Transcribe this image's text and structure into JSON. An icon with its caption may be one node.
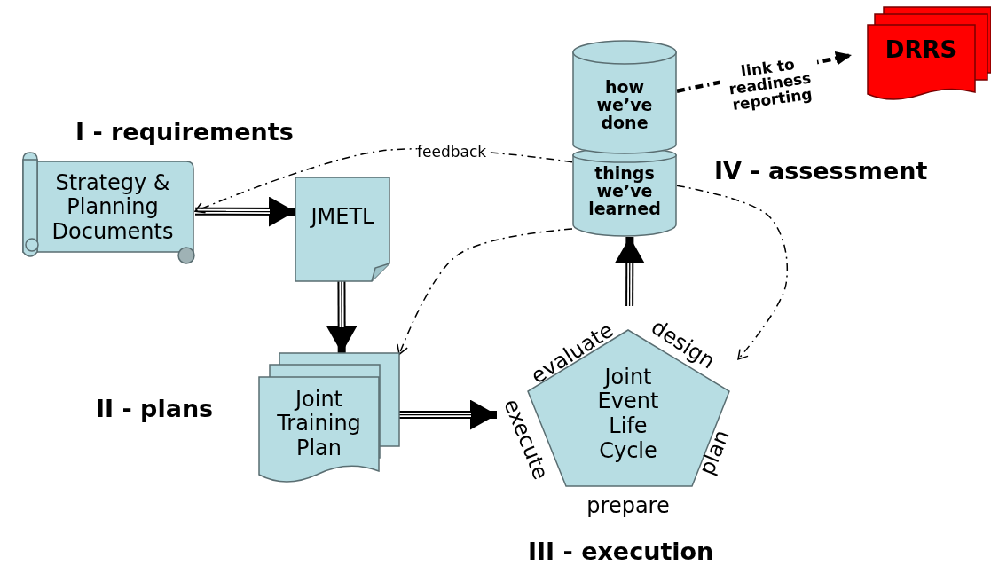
{
  "diagram": {
    "nodes": [
      {
        "text": [
          "Strategy & Planning Documents"
        ]
      },
      {
        "text": [
          "JMETL"
        ]
      },
      {
        "text": [
          "Joint Training Plan"
        ]
      },
      {
        "text": [
          "Joint Event Life Cycle"
        ],
        "beside": [
          "evaluate",
          "design",
          "plan",
          "prepare",
          "execute"
        ]
      },
      {
        "text": [
          "how we’ve done",
          "things we’ve learned"
        ]
      },
      {
        "text": [
          "DRRS"
        ]
      }
    ],
    "edges": [
      {
        "from": 0,
        "to": 1,
        "arrow": "to",
        "style": "thick"
      },
      {
        "from": 1,
        "to": 2,
        "arrow": "to",
        "style": "thick"
      },
      {
        "from": 2,
        "to": 3,
        "arrow": "to",
        "style": "thick"
      },
      {
        "from": 3,
        "to": 4,
        "arrow": "to",
        "style": "thick"
      },
      {
        "from": 4,
        "to": 0,
        "arrow": "to",
        "label": "feedback",
        "style": "dashed"
      },
      {
        "from": 4,
        "to": 2,
        "arrow": "to",
        "style": "dashed"
      },
      {
        "from": 4,
        "to": 3,
        "arrow": "to",
        "style": "dashed"
      },
      {
        "from": 4,
        "to": 5,
        "arrow": "to",
        "label": "link to readiness reporting",
        "style": "dashed"
      }
    ],
    "labels": [
      "I - requirements",
      "IV - assessment",
      "II - plans",
      "III - execution"
    ]
  }
}
